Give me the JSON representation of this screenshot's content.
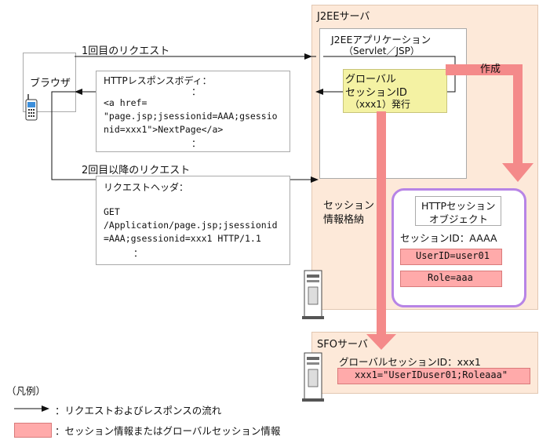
{
  "j2ee_server": {
    "title": "J2EEサーバ"
  },
  "application": {
    "line1": "J2EEアプリケーション",
    "line2": "（Servlet／JSP）"
  },
  "global_session_issue": {
    "line1": "グローバル",
    "line2": "セッションID",
    "line3": "（xxx1）発行"
  },
  "create_label": "作成",
  "browser": {
    "label": "ブラウザ"
  },
  "first_request": "1回目のリクエスト",
  "second_request": "2回目以降のリクエスト",
  "http_response": {
    "title": "HTTPレスポンスボディ：",
    "dots1": "：",
    "line1": "<a href=",
    "line2": "\"page.jsp;jsessionid=AAA;gsessio",
    "line3": "nid=xxx1\">NextPage</a>",
    "dots2": "："
  },
  "request_header": {
    "title": "リクエストヘッダ：",
    "line1": "GET",
    "line2": "/Application/page.jsp;jsessionid",
    "line3": "=AAA;gsessionid=xxx1 HTTP/1.1",
    "dots": "："
  },
  "session_store": {
    "line1": "セッション",
    "line2": "情報格納"
  },
  "http_session_object": {
    "title1": "HTTPセッション",
    "title2": "オブジェクト",
    "session_id": "セッションID：AAAA",
    "attr1": "UserID=user01",
    "attr2": "Role=aaa"
  },
  "sfo_server": {
    "title": "SFOサーバ",
    "global_id": "グローバルセッションID：xxx1",
    "value": "xxx1=\"UserIDuser01;Roleaaa\""
  },
  "legend": {
    "title": "（凡例）",
    "arrow_desc": "：リクエストおよびレスポンスの流れ",
    "pink_desc": "：セッション情報またはグローバルセッション情報"
  },
  "colors": {
    "pink": "#ffaaaa",
    "panel": "#fde9d9",
    "purple": "#b784e6",
    "arrow_pink": "#f48a8a"
  }
}
